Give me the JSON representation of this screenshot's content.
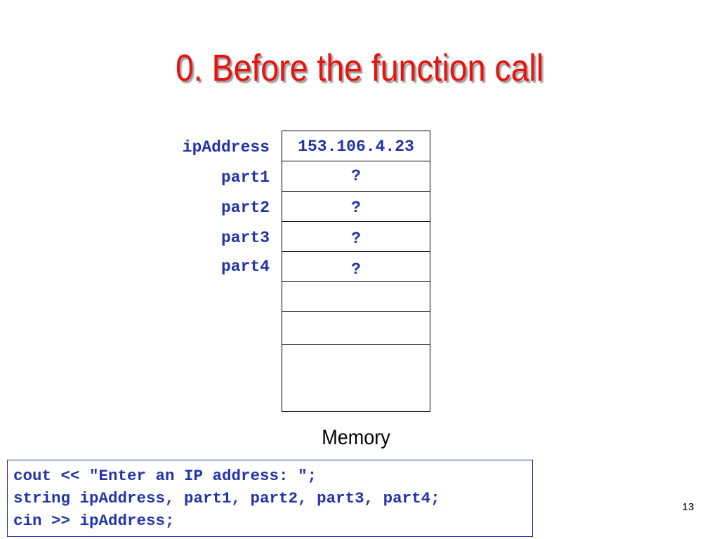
{
  "slide": {
    "title": "0. Before the function call",
    "number": "13"
  },
  "memory": {
    "caption": "Memory",
    "variables": [
      {
        "name": "ipAddress",
        "value": "153.106.4.23"
      },
      {
        "name": "part1",
        "value": "?"
      },
      {
        "name": "part2",
        "value": "?"
      },
      {
        "name": "part3",
        "value": "?"
      },
      {
        "name": "part4",
        "value": "?"
      }
    ]
  },
  "code": {
    "lines": [
      "cout << \"Enter an IP address: \";",
      "string ipAddress, part1, part2, part3, part4;",
      "cin >> ipAddress;"
    ]
  },
  "colors": {
    "title": "#e8130f",
    "code": "#2233aa",
    "border": "#000000"
  }
}
